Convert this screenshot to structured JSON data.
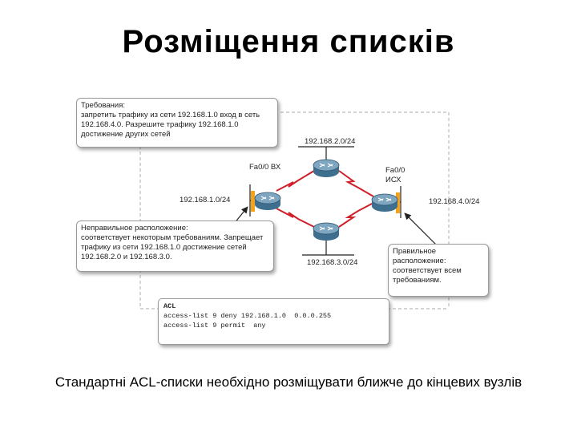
{
  "slide": {
    "title": "Розміщення списків",
    "caption_bold": "Стандартні",
    "caption_rest": " ACL-списки необхідно розміщувати ближче до кінцевих вузлів"
  },
  "diagram": {
    "requirement": {
      "heading": "Требования:",
      "text": "запретить трафику из сети 192.168.1.0 вход в сеть 192.168.4.0. Разрешите трафику 192.168.1.0 достижение других сетей"
    },
    "wrong_placement": {
      "heading": "Неправильное расположение:",
      "text": "соответствует некоторым требованиям. Запрещает трафику из сети 192.168.1.0 достижение сетей 192.168.2.0 и 192.168.3.0."
    },
    "right_placement": {
      "heading": "Правильное расположение:",
      "text": "соответствует всем требованиям."
    },
    "networks": {
      "top": "192.168.2.0/24",
      "left": "192.168.1.0/24",
      "right": "192.168.4.0/24",
      "bottom": "192.168.3.0/24"
    },
    "interfaces": {
      "left_router": "Fa0/0 ВХ",
      "right_router_port": "Fa0/0",
      "right_router_dir": "ИСХ"
    },
    "acl": {
      "title": "ACL",
      "lines": [
        "access-list 9 deny 192.168.1.0  0.0.0.255",
        "access-list 9 permit  any"
      ]
    },
    "colors": {
      "router_body": "#3f6f8f",
      "router_top": "#7fa6c0",
      "link_red": "#d0202a",
      "interface_marker": "#f2a21b",
      "dashed_line": "#bbbbbb"
    }
  }
}
